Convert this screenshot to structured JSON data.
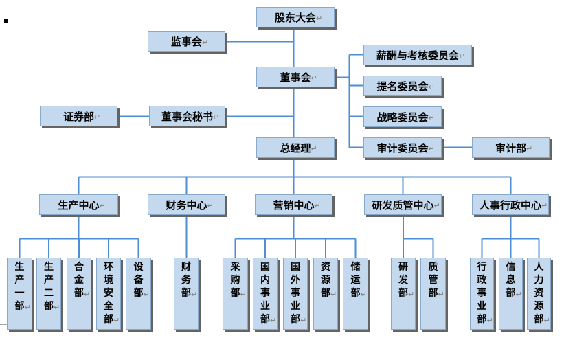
{
  "ui": {
    "paragraph_mark": "↵",
    "colors": {
      "box_fill": "#c4d9ed",
      "box_border": "#86a9cc",
      "box_shadow": "#646464",
      "connector": "#4e8ed3",
      "text": "#000000",
      "mark_gray": "#7f7f7f"
    }
  },
  "org": {
    "governance": {
      "shareholders": "股东大会",
      "supervisory_board": "监事会",
      "board": "董事会",
      "committees": {
        "compensation": "薪酬与考核委员会",
        "nomination": "提名委员会",
        "strategy": "战略委员会",
        "audit": "审计委员会"
      },
      "audit_dept": "审计部",
      "securities_dept": "证券部",
      "board_secretary": "董事会秘书",
      "general_manager": "总经理"
    },
    "centers": {
      "production": "生产中心",
      "finance": "财务中心",
      "marketing": "营销中心",
      "rd_quality": "研发质管中心",
      "hr_admin": "人事行政中心"
    },
    "departments": {
      "production_1": "生产一部",
      "production_2": "生产二部",
      "alloy": "合金部",
      "env_safety": "环境安全部",
      "equipment": "设备部",
      "finance": "财务部",
      "purchasing": "采购部",
      "domestic_business": "国内事业部",
      "overseas_business": "国外事业部",
      "resources": "资源部",
      "storage_transport": "储运部",
      "rd": "研发部",
      "quality": "质管部",
      "admin_business": "行政事业部",
      "information": "信息部",
      "human_resources": "人力资源部"
    }
  }
}
